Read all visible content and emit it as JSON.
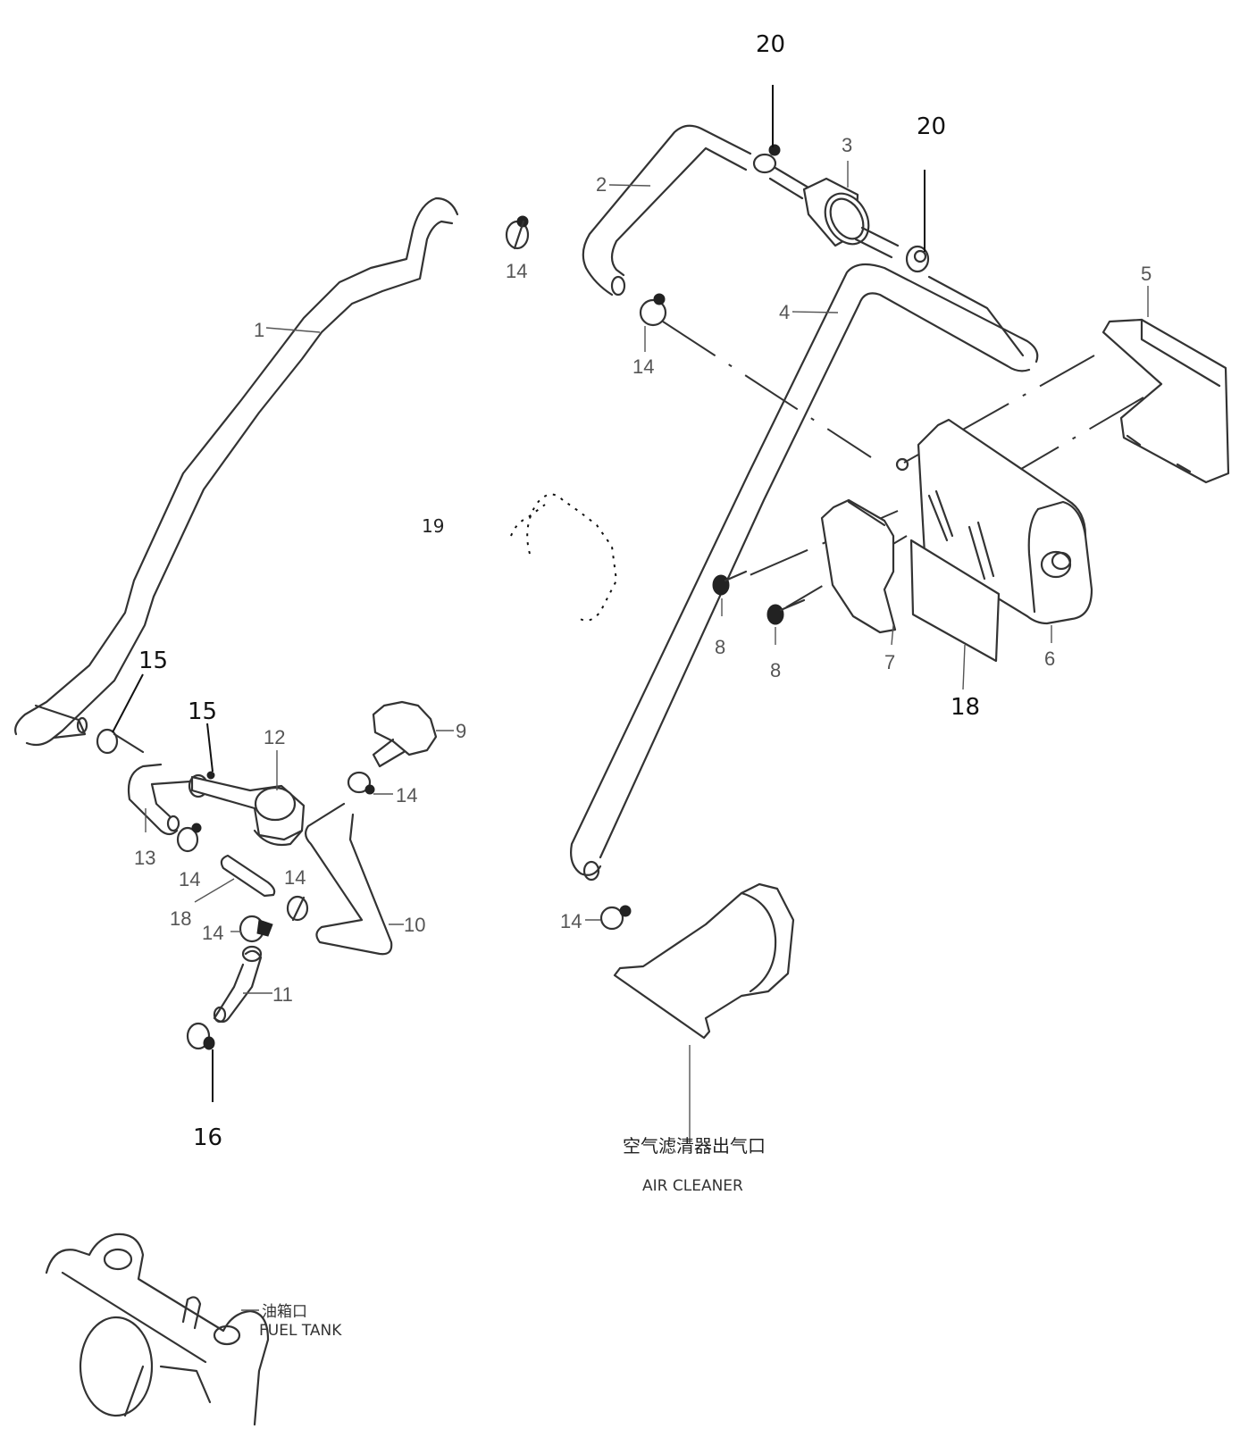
{
  "diagram": {
    "type": "exploded parts diagram",
    "subject": "fuel evaporative / vent hose system",
    "callouts": {
      "c1": "1",
      "c2": "2",
      "c3": "3",
      "c4": "4",
      "c5": "5",
      "c6": "6",
      "c7": "7",
      "c8a": "8",
      "c8b": "8",
      "c9": "9",
      "c10": "10",
      "c11": "11",
      "c12": "12",
      "c13": "13",
      "c14a": "14",
      "c14b": "14",
      "c14c": "14",
      "c14d": "14",
      "c14e": "14",
      "c14f": "14",
      "c14g": "14",
      "c15a": "15",
      "c15b": "15",
      "c16": "16",
      "c18a": "18",
      "c18b": "18",
      "c19": "19",
      "c20a": "20",
      "c20b": "20"
    },
    "notes": {
      "air_cleaner_cn": "空气滤清器出气口",
      "air_cleaner_en": "AIR CLEANER",
      "fuel_tank_cn": "油箱口",
      "fuel_tank_en": "FUEL TANK"
    }
  }
}
